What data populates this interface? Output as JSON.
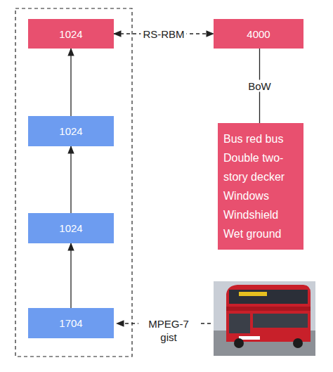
{
  "diagram": {
    "nodes": [
      {
        "text": [
          "1024"
        ]
      },
      {
        "text": [
          "4000"
        ]
      },
      {
        "text": [
          "1024"
        ]
      },
      {
        "text": [
          "Bus red bus Double two-story decker Windows Windshield Wet ground"
        ]
      },
      {
        "text": [
          "1024"
        ]
      },
      {
        "text": [
          "1704"
        ]
      }
    ],
    "edges": [
      {
        "from": 5,
        "to": 4,
        "arrow": "to"
      },
      {
        "from": 4,
        "to": 2,
        "arrow": "to"
      },
      {
        "from": 2,
        "to": 0,
        "arrow": "to"
      },
      {
        "from": 0,
        "to": 1,
        "label": "RS-RBM",
        "arrow": "both"
      },
      {
        "from": 3,
        "to": 1,
        "label": "BoW",
        "arrow": "none"
      }
    ],
    "labels": [
      "MPEG-7 gist"
    ]
  }
}
